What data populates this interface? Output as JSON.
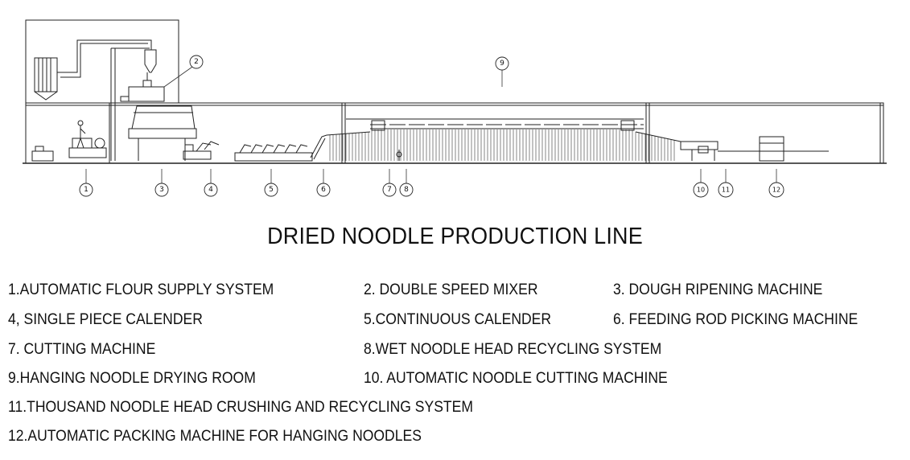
{
  "title": "DRIED NOODLE PRODUCTION LINE",
  "callouts": [
    "1",
    "2",
    "3",
    "4",
    "5",
    "6",
    "7",
    "8",
    "9",
    "10",
    "11",
    "12"
  ],
  "legend": {
    "item1": "1.AUTOMATIC FLOUR SUPPLY SYSTEM",
    "item2": "2. DOUBLE SPEED MIXER",
    "item3": "3. DOUGH RIPENING MACHINE",
    "item4": "4, SINGLE PIECE CALENDER",
    "item5": "5.CONTINUOUS CALENDER",
    "item6": "6. FEEDING ROD PICKING MACHINE",
    "item7": "7. CUTTING MACHINE",
    "item8": "8.WET NOODLE HEAD RECYCLING SYSTEM",
    "item9": "9.HANGING NOODLE DRYING ROOM",
    "item10": "10. AUTOMATIC NOODLE CUTTING MACHINE",
    "item11": "11.THOUSAND NOODLE HEAD CRUSHING AND RECYCLING SYSTEM",
    "item12": "12.AUTOMATIC PACKING MACHINE FOR HANGING NOODLES"
  }
}
